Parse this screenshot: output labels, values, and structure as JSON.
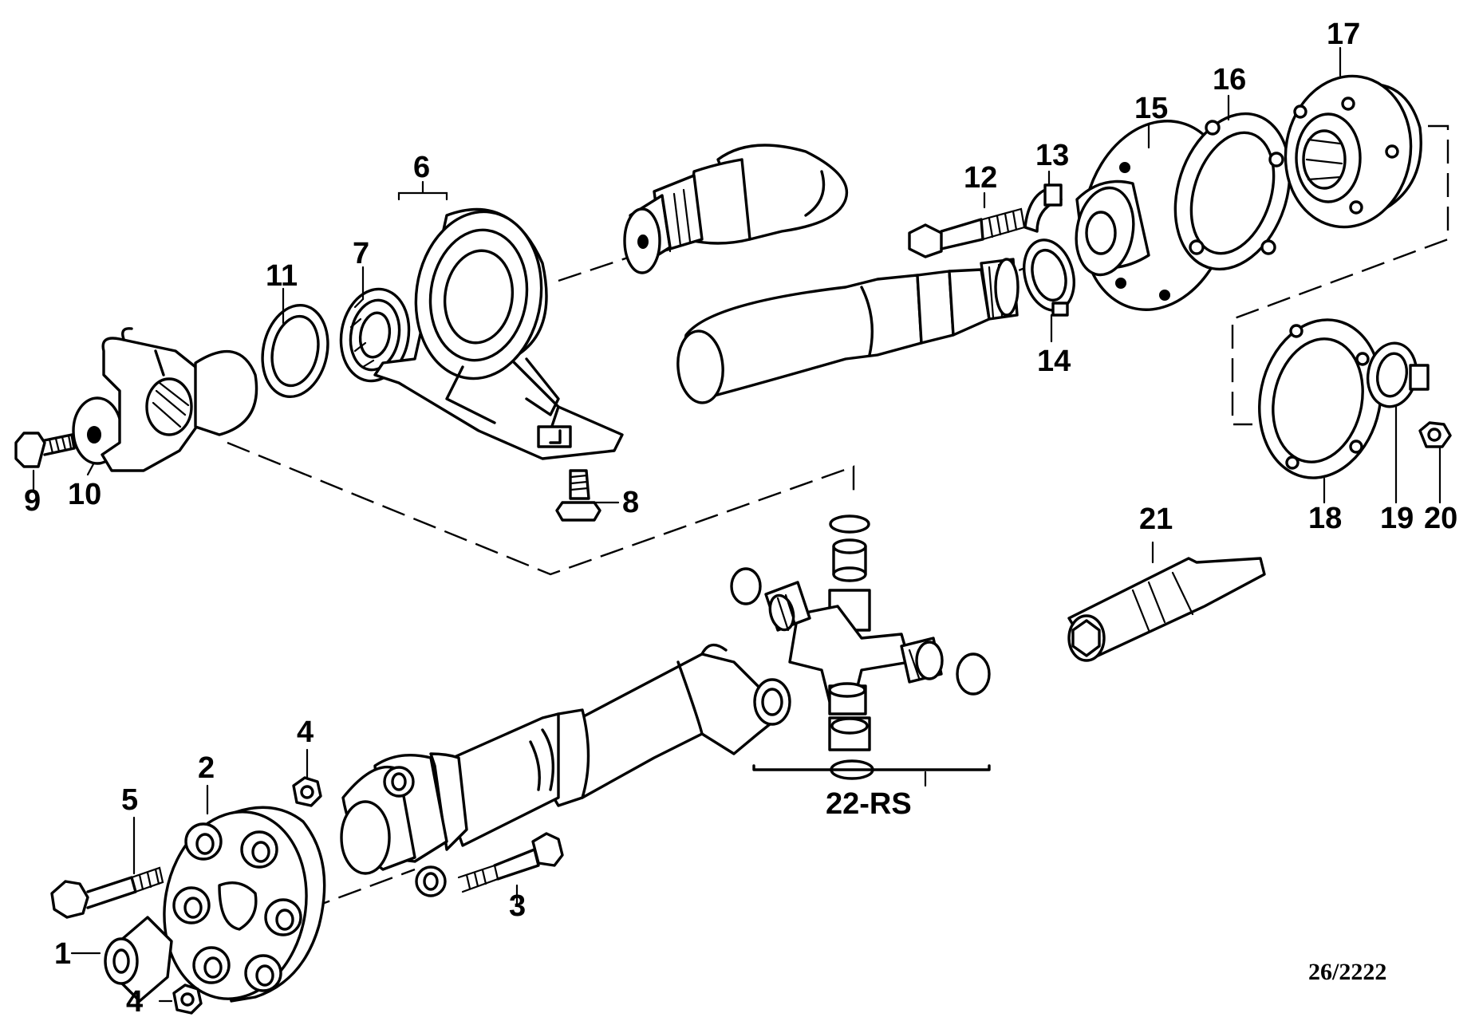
{
  "diagram": {
    "reference": "26/2222",
    "labels": {
      "p1": "1",
      "p2": "2",
      "p3": "3",
      "p4a": "4",
      "p4b": "4",
      "p5": "5",
      "p6": "6",
      "p7": "7",
      "p8": "8",
      "p9": "9",
      "p10": "10",
      "p11": "11",
      "p12": "12",
      "p13": "13",
      "p14": "14",
      "p15": "15",
      "p16": "16",
      "p17": "17",
      "p18": "18",
      "p19": "19",
      "p20": "20",
      "p21": "21",
      "p22": "22-RS"
    }
  }
}
